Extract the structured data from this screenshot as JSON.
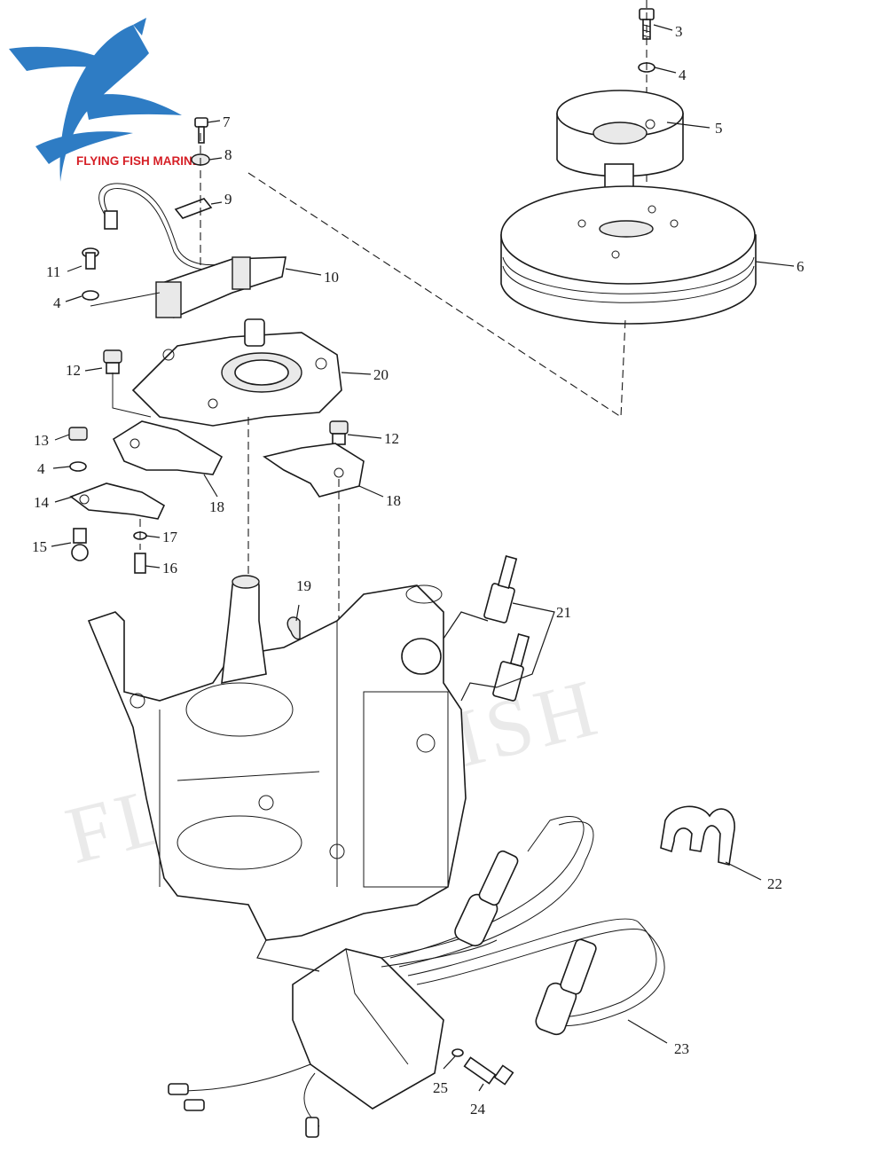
{
  "brand": {
    "name": "FLYING FISH MARINE",
    "color": "#d61f26",
    "logo_color": "#2e7cc4",
    "icon": "flying-fish-logo-icon"
  },
  "watermark": {
    "text": "FLYING FISH",
    "color": "#d9d9d9"
  },
  "callouts": [
    {
      "id": "c3",
      "label": "3"
    },
    {
      "id": "c4a",
      "label": "4"
    },
    {
      "id": "c5",
      "label": "5"
    },
    {
      "id": "c6",
      "label": "6"
    },
    {
      "id": "c7",
      "label": "7"
    },
    {
      "id": "c8",
      "label": "8"
    },
    {
      "id": "c9",
      "label": "9"
    },
    {
      "id": "c10",
      "label": "10"
    },
    {
      "id": "c11",
      "label": "11"
    },
    {
      "id": "c4b",
      "label": "4"
    },
    {
      "id": "c12a",
      "label": "12"
    },
    {
      "id": "c20",
      "label": "20"
    },
    {
      "id": "c12b",
      "label": "12"
    },
    {
      "id": "c13",
      "label": "13"
    },
    {
      "id": "c4c",
      "label": "4"
    },
    {
      "id": "c14",
      "label": "14"
    },
    {
      "id": "c18a",
      "label": "18"
    },
    {
      "id": "c18b",
      "label": "18"
    },
    {
      "id": "c15",
      "label": "15"
    },
    {
      "id": "c17",
      "label": "17"
    },
    {
      "id": "c16",
      "label": "16"
    },
    {
      "id": "c19",
      "label": "19"
    },
    {
      "id": "c21",
      "label": "21"
    },
    {
      "id": "c22",
      "label": "22"
    },
    {
      "id": "c23",
      "label": "23"
    },
    {
      "id": "c25",
      "label": "25"
    },
    {
      "id": "c24",
      "label": "24"
    }
  ]
}
